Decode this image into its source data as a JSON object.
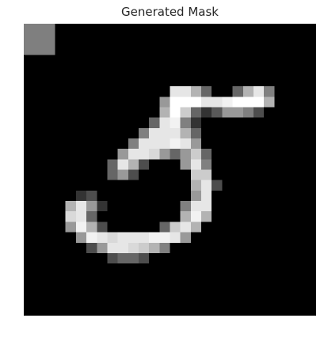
{
  "figure": {
    "title": "Generated Mask"
  },
  "image": {
    "semantic": "grayscale-digit-mask",
    "colors": {
      "background": "#000000",
      "foreground": "#ffffff",
      "mask_patch": "#7f7f7f"
    },
    "grid_size": 28
  }
}
